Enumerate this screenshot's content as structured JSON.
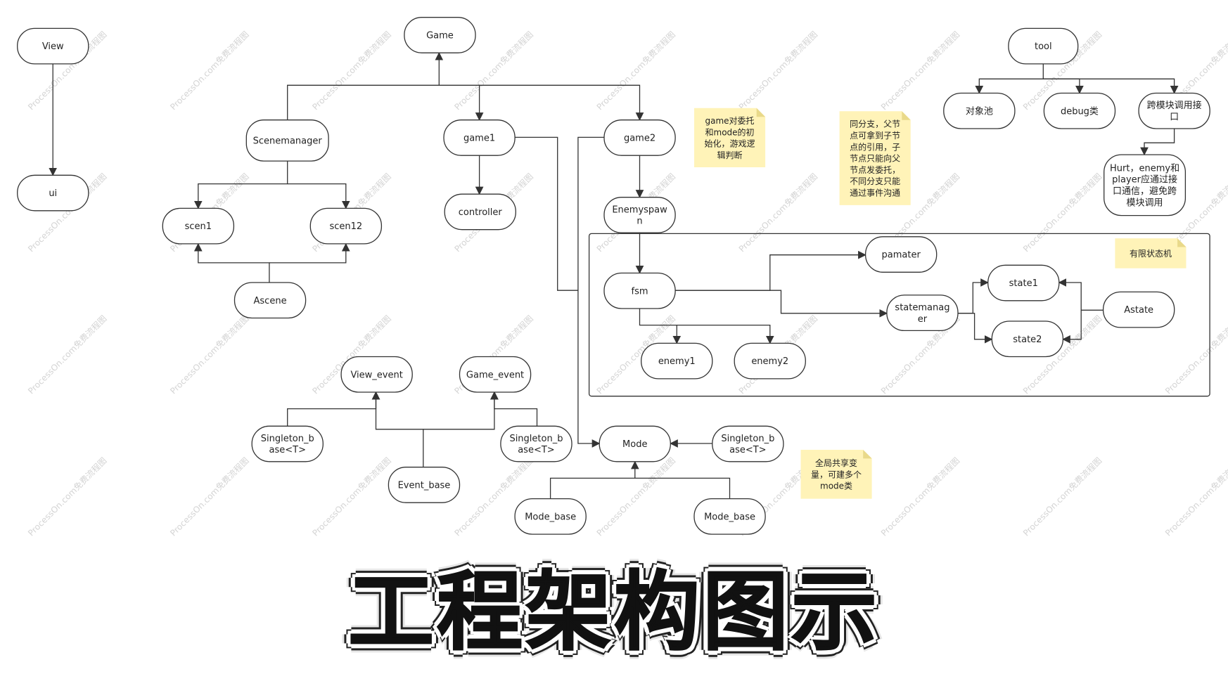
{
  "nodes": [
    {
      "id": "view",
      "label": "View"
    },
    {
      "id": "ui",
      "label": "ui"
    },
    {
      "id": "game",
      "label": "Game"
    },
    {
      "id": "scenemanager",
      "label": "Scenemanager"
    },
    {
      "id": "game1",
      "label": "game1"
    },
    {
      "id": "game2",
      "label": "game2"
    },
    {
      "id": "scen1",
      "label": "scen1"
    },
    {
      "id": "scen12",
      "label": "scen12"
    },
    {
      "id": "ascene",
      "label": "Ascene"
    },
    {
      "id": "controller",
      "label": "controller"
    },
    {
      "id": "enemyspawn",
      "label": [
        "Enemyspaw",
        "n"
      ]
    },
    {
      "id": "tool",
      "label": "tool"
    },
    {
      "id": "object-pool",
      "label": "对象池"
    },
    {
      "id": "debug-class",
      "label": "debug类"
    },
    {
      "id": "cross-module",
      "label": [
        "跨模块调用接",
        "口"
      ]
    },
    {
      "id": "hurt-note",
      "label": [
        "Hurt，enemy和",
        "player应通过接",
        "口通信，避免跨",
        "模块调用"
      ]
    },
    {
      "id": "fsm",
      "label": "fsm"
    },
    {
      "id": "pamater",
      "label": "pamater"
    },
    {
      "id": "statemanager",
      "label": [
        "statemanag",
        "er"
      ]
    },
    {
      "id": "state1",
      "label": "state1"
    },
    {
      "id": "state2",
      "label": "state2"
    },
    {
      "id": "astate",
      "label": "Astate"
    },
    {
      "id": "enemy1",
      "label": "enemy1"
    },
    {
      "id": "enemy2",
      "label": "enemy2"
    },
    {
      "id": "view-event",
      "label": "View_event"
    },
    {
      "id": "game-event",
      "label": "Game_event"
    },
    {
      "id": "singleton-a",
      "label": [
        "Singleton_b",
        "ase<T>"
      ]
    },
    {
      "id": "singleton-b",
      "label": [
        "Singleton_b",
        "ase<T>"
      ]
    },
    {
      "id": "event-base",
      "label": "Event_base"
    },
    {
      "id": "mode",
      "label": "Mode"
    },
    {
      "id": "singleton-c",
      "label": [
        "Singleton_b",
        "ase<T>"
      ]
    },
    {
      "id": "mode-base-1",
      "label": "Mode_base"
    },
    {
      "id": "mode-base-2",
      "label": "Mode_base"
    }
  ],
  "notes": [
    {
      "id": "note-game-delegate",
      "lines": [
        "game对委托",
        "和mode的初",
        "始化，游戏逻",
        "辑判断"
      ]
    },
    {
      "id": "note-branch",
      "lines": [
        "同分支，父节",
        "点可拿到子节",
        "点的引用，子",
        "节点只能向父",
        "节点发委托，",
        "不同分支只能",
        "通过事件沟通"
      ]
    },
    {
      "id": "note-fsm",
      "lines": [
        "有限状态机"
      ]
    },
    {
      "id": "note-global",
      "lines": [
        "全局共享变",
        "量，可建多个",
        "mode类"
      ]
    }
  ],
  "watermark": "ProcessOn.com免费流程图",
  "title": "工程架构图示",
  "colors": {
    "stroke": "#333333",
    "note": "#fff3b8",
    "title": "#111111",
    "watermark": "#d4d4d4"
  }
}
